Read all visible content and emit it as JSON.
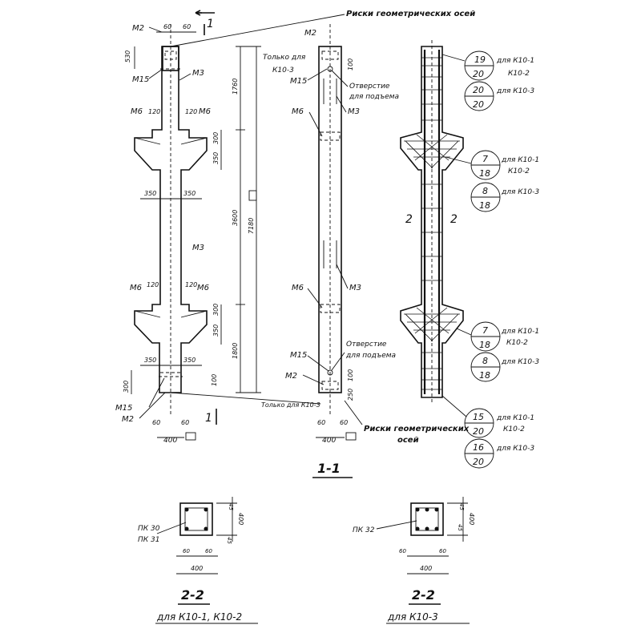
{
  "notes": {
    "geometric_axes_top": "Риски геометрических осей",
    "geometric_axes_bottom_1": "Риски геометрических",
    "geometric_axes_bottom_2": "осей",
    "only_k10_3_top_1": "Только для",
    "only_k10_3_top_2": "К10-3",
    "only_k10_3_bottom": "Только для К10-3",
    "lifting_hole_1": "Отверстие",
    "lifting_hole_2": "для подъема"
  },
  "section_marks": {
    "cut_1_top": "1",
    "cut_1_bottom": "1",
    "cut_2_left": "2",
    "cut_2_right": "2",
    "title_1_1": "1-1",
    "title_2_2_left": "2-2",
    "title_2_2_right": "2-2",
    "caption_left": "для  К10-1, К10-2",
    "caption_right": "для  К10-3"
  },
  "elements": {
    "m2": "М2",
    "m3": "М3",
    "m6": "М6",
    "m15": "М15",
    "pk30": "ПК 30",
    "pk31": "ПК 31",
    "pk32": "ПК 32"
  },
  "dimensions": {
    "d60": "60",
    "d530": "530",
    "d120": "120",
    "d300": "300",
    "d350": "350",
    "d1760": "1760",
    "d3600": "3600",
    "d7180": "7180",
    "d1800": "1800",
    "d100": "100",
    "d250": "250",
    "d400": "400",
    "d45": "45"
  },
  "callouts": [
    {
      "top": "19",
      "bottom": "20",
      "label_1": "для К10-1",
      "label_2": "К10-2"
    },
    {
      "top": "20",
      "bottom": "20",
      "label_1": "для К10-3"
    },
    {
      "top": "7",
      "bottom": "18",
      "label_1": "для К10-1",
      "label_2": "К10-2"
    },
    {
      "top": "8",
      "bottom": "18",
      "label_1": "для К10-3"
    },
    {
      "top": "7",
      "bottom": "18",
      "label_1": "для К10-1",
      "label_2": "К10-2"
    },
    {
      "top": "8",
      "bottom": "18",
      "label_1": "для К10-3"
    },
    {
      "top": "15",
      "bottom": "20",
      "label_1": "для К10-1",
      "label_2": "К10-2"
    },
    {
      "top": "16",
      "bottom": "20",
      "label_1": "для К10-3"
    }
  ]
}
